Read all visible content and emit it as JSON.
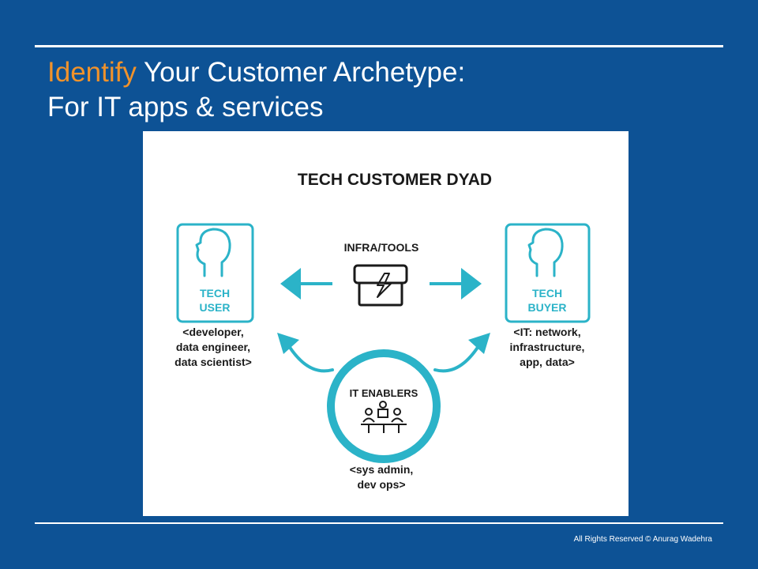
{
  "slide": {
    "title_accent": "Identify",
    "title_rest": " Your Customer Archetype:",
    "title_line2": "For IT apps &  services",
    "footer": "All Rights Reserved © Anurag Wadehra"
  },
  "diagram": {
    "heading": "TECH CUSTOMER DYAD",
    "center_top_label": "INFRA/TOOLS",
    "user": {
      "line1": "TECH",
      "line2": "USER",
      "desc": [
        "<developer,",
        "data engineer,",
        "data scientist>"
      ]
    },
    "buyer": {
      "line1": "TECH",
      "line2": "BUYER",
      "desc": [
        "<IT: network,",
        "infrastructure,",
        "app, data>"
      ]
    },
    "enablers": {
      "label": "IT ENABLERS",
      "desc": [
        "<sys admin,",
        "dev ops>"
      ]
    },
    "colors": {
      "accent": "#2bb3c8",
      "dark": "#1a1a1a",
      "slide_bg": "#0d5295",
      "title_accent": "#f0922b"
    },
    "icons": [
      "head-profile-icon",
      "toolbox-icon",
      "people-at-table-icon",
      "arrow-left-icon",
      "arrow-right-icon"
    ]
  }
}
